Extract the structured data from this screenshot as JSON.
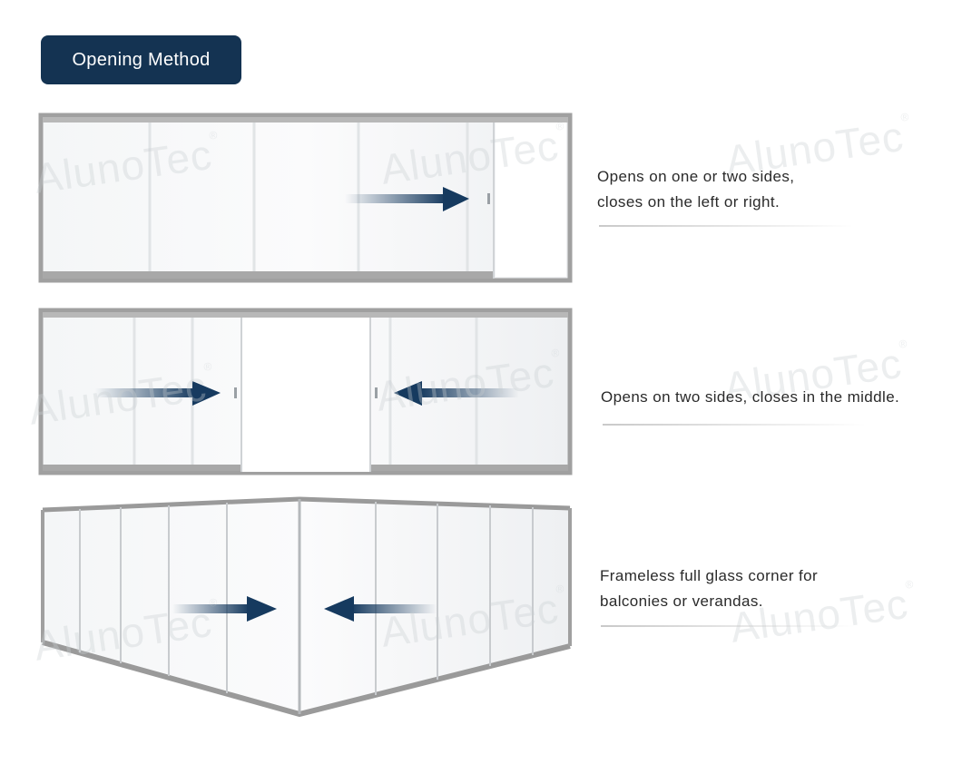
{
  "header": {
    "title": "Opening Method"
  },
  "watermark": "AlunoTec",
  "items": [
    {
      "lines": [
        "Opens on one or two sides,",
        "closes on the left or right."
      ]
    },
    {
      "lines": [
        "Opens on two sides, closes in the middle."
      ]
    },
    {
      "lines": [
        "Frameless full glass corner for",
        "balconies or verandas."
      ]
    }
  ],
  "colors": {
    "badge": "#143352",
    "arrow": "#163a5f",
    "frame": "#9a9a9a"
  }
}
